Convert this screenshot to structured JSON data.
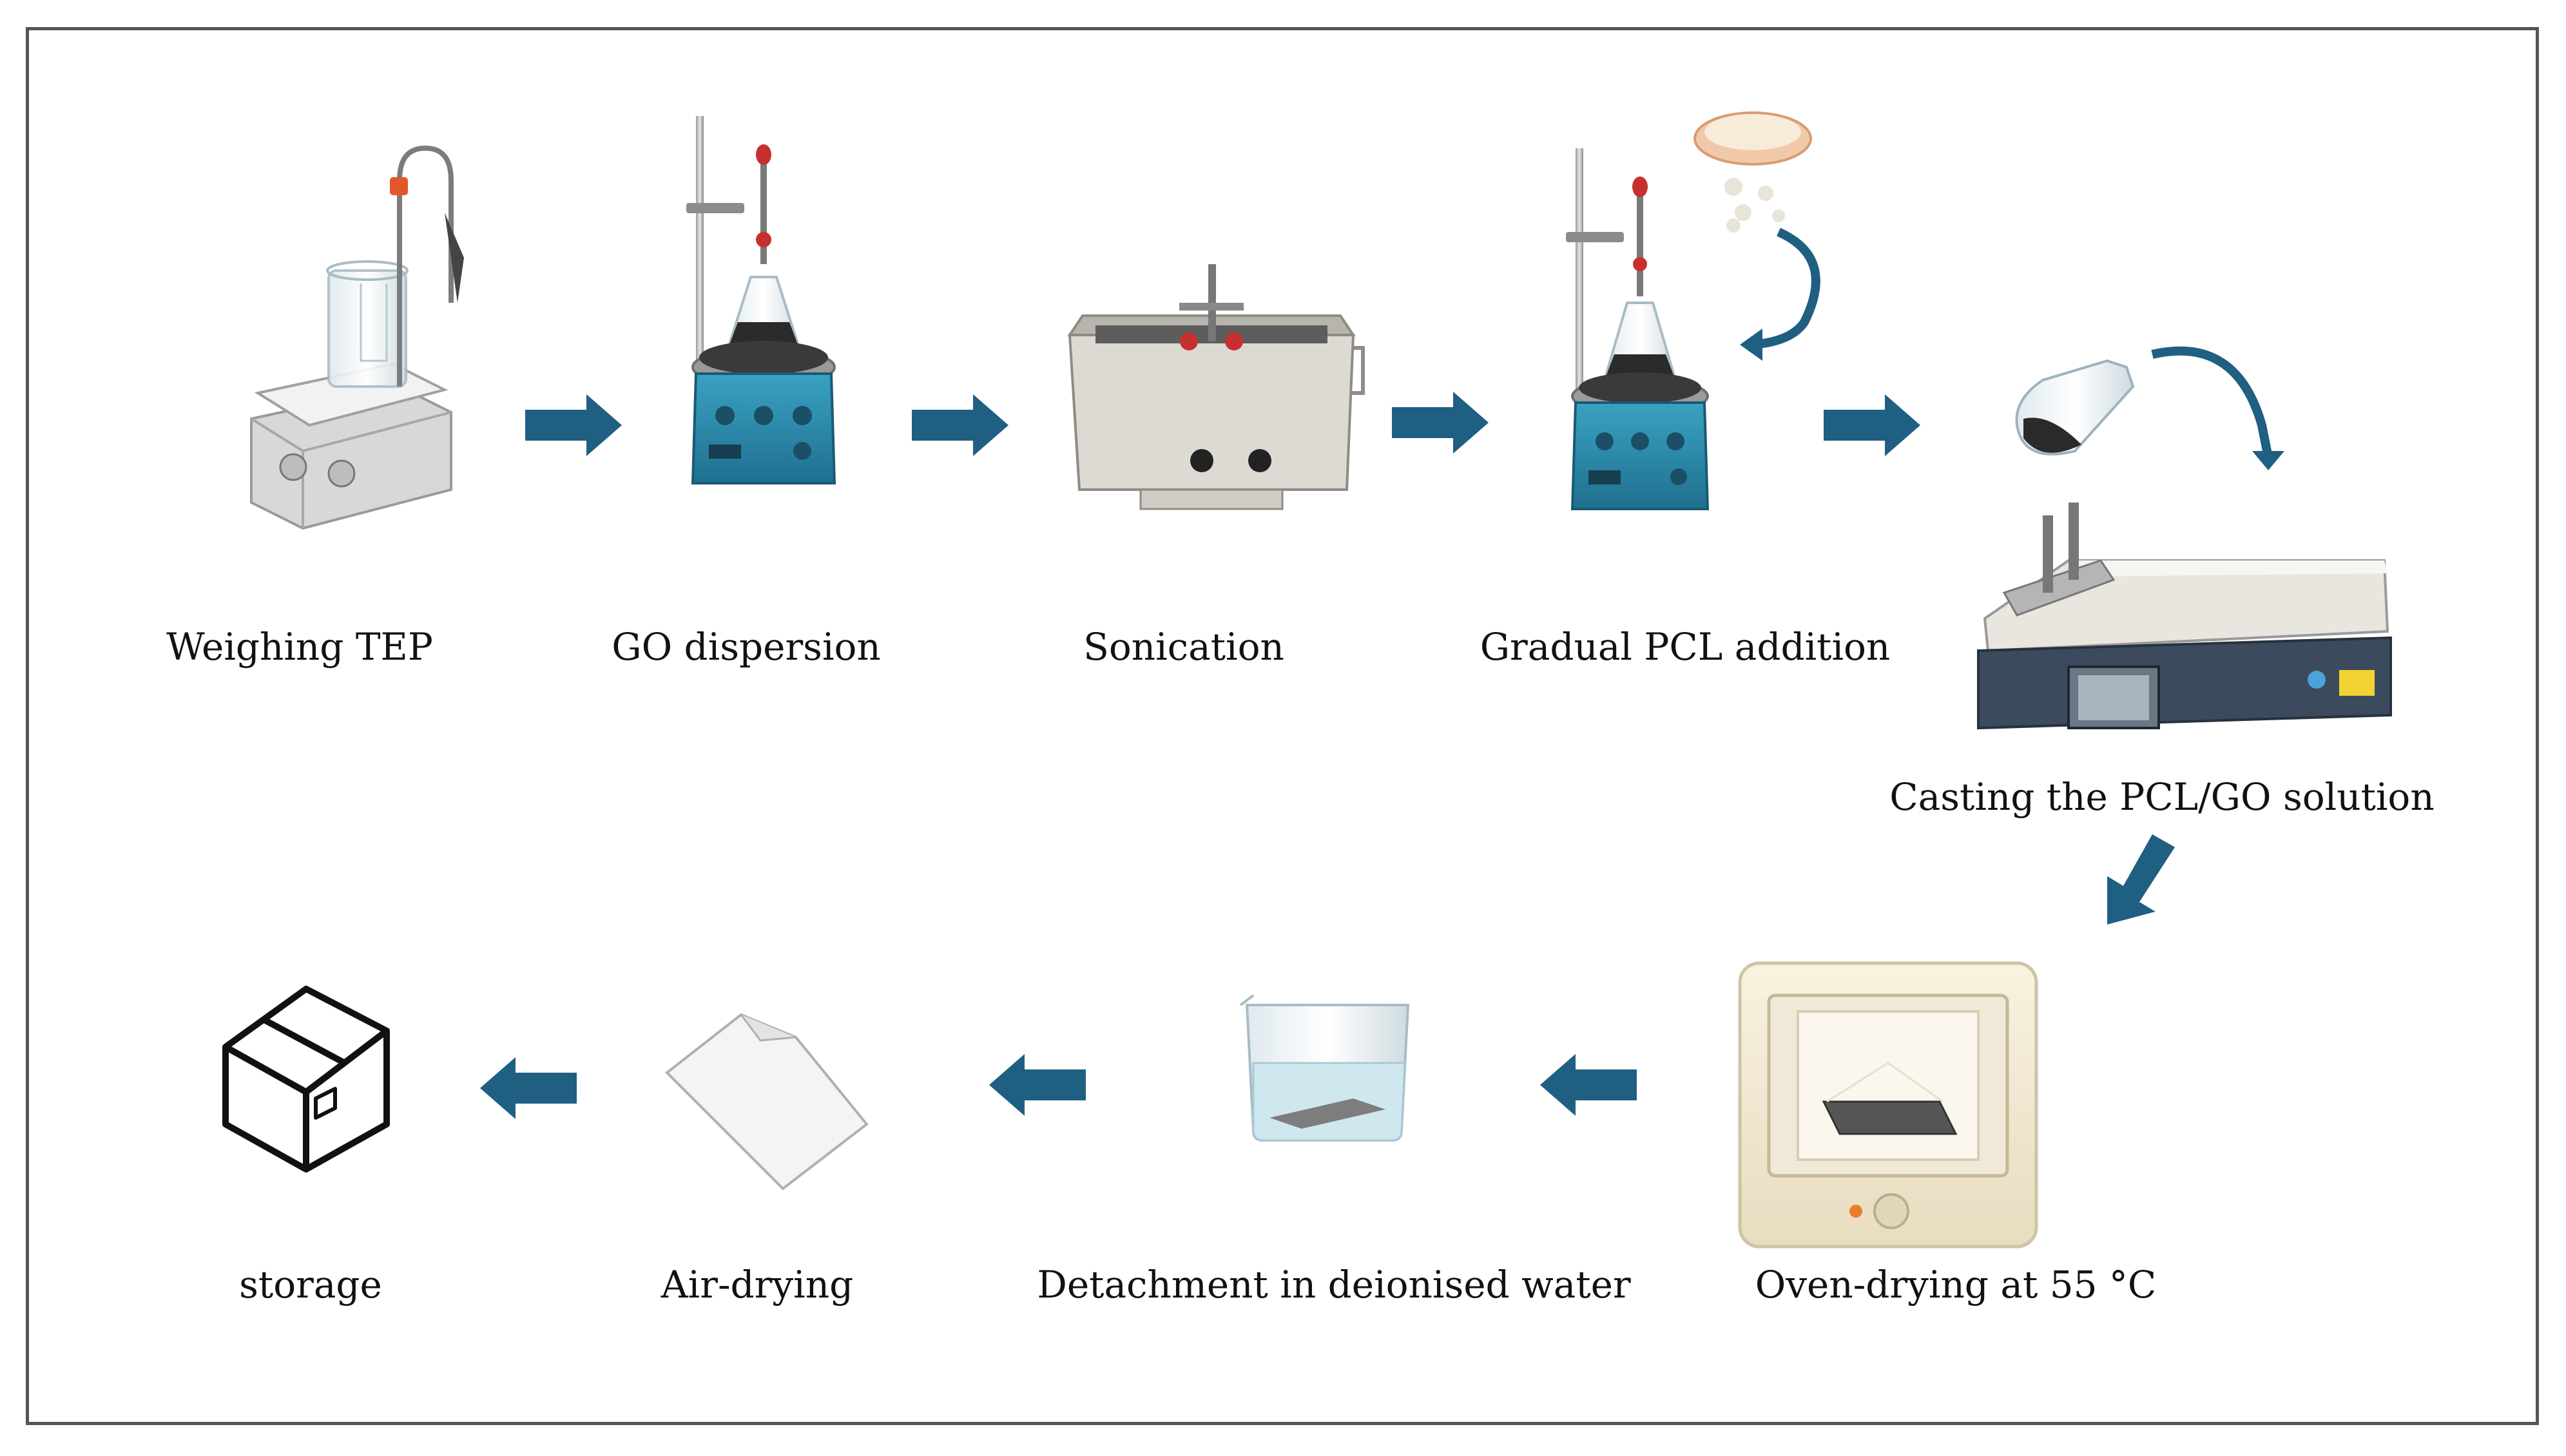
{
  "steps": {
    "weighing": "Weighing TEP",
    "dispersion": "GO dispersion",
    "sonication": "Sonication",
    "pcl_addition": "Gradual PCL addition",
    "casting": "Casting the PCL/GO solution",
    "oven": "Oven-drying at 55 °C",
    "detachment": "Detachment in deionised water",
    "air_drying": "Air-drying",
    "storage": "storage"
  },
  "colors": {
    "arrow": "#1f5f82",
    "stirrer_body": "#2f8fb0",
    "hotplate_body": "#e4e4e4",
    "oven_body": "#f3ecd7",
    "water": "#cfe7ef",
    "solution": "#2a2a2a"
  },
  "icons": [
    "magnetic-stirrer-icon",
    "stirrer-with-flask-icon",
    "ultrasonic-bath-icon",
    "pcl-bowl-icon",
    "flask-pour-icon",
    "film-applicator-icon",
    "oven-icon",
    "beaker-film-icon",
    "paper-sheet-icon",
    "box-icon"
  ]
}
